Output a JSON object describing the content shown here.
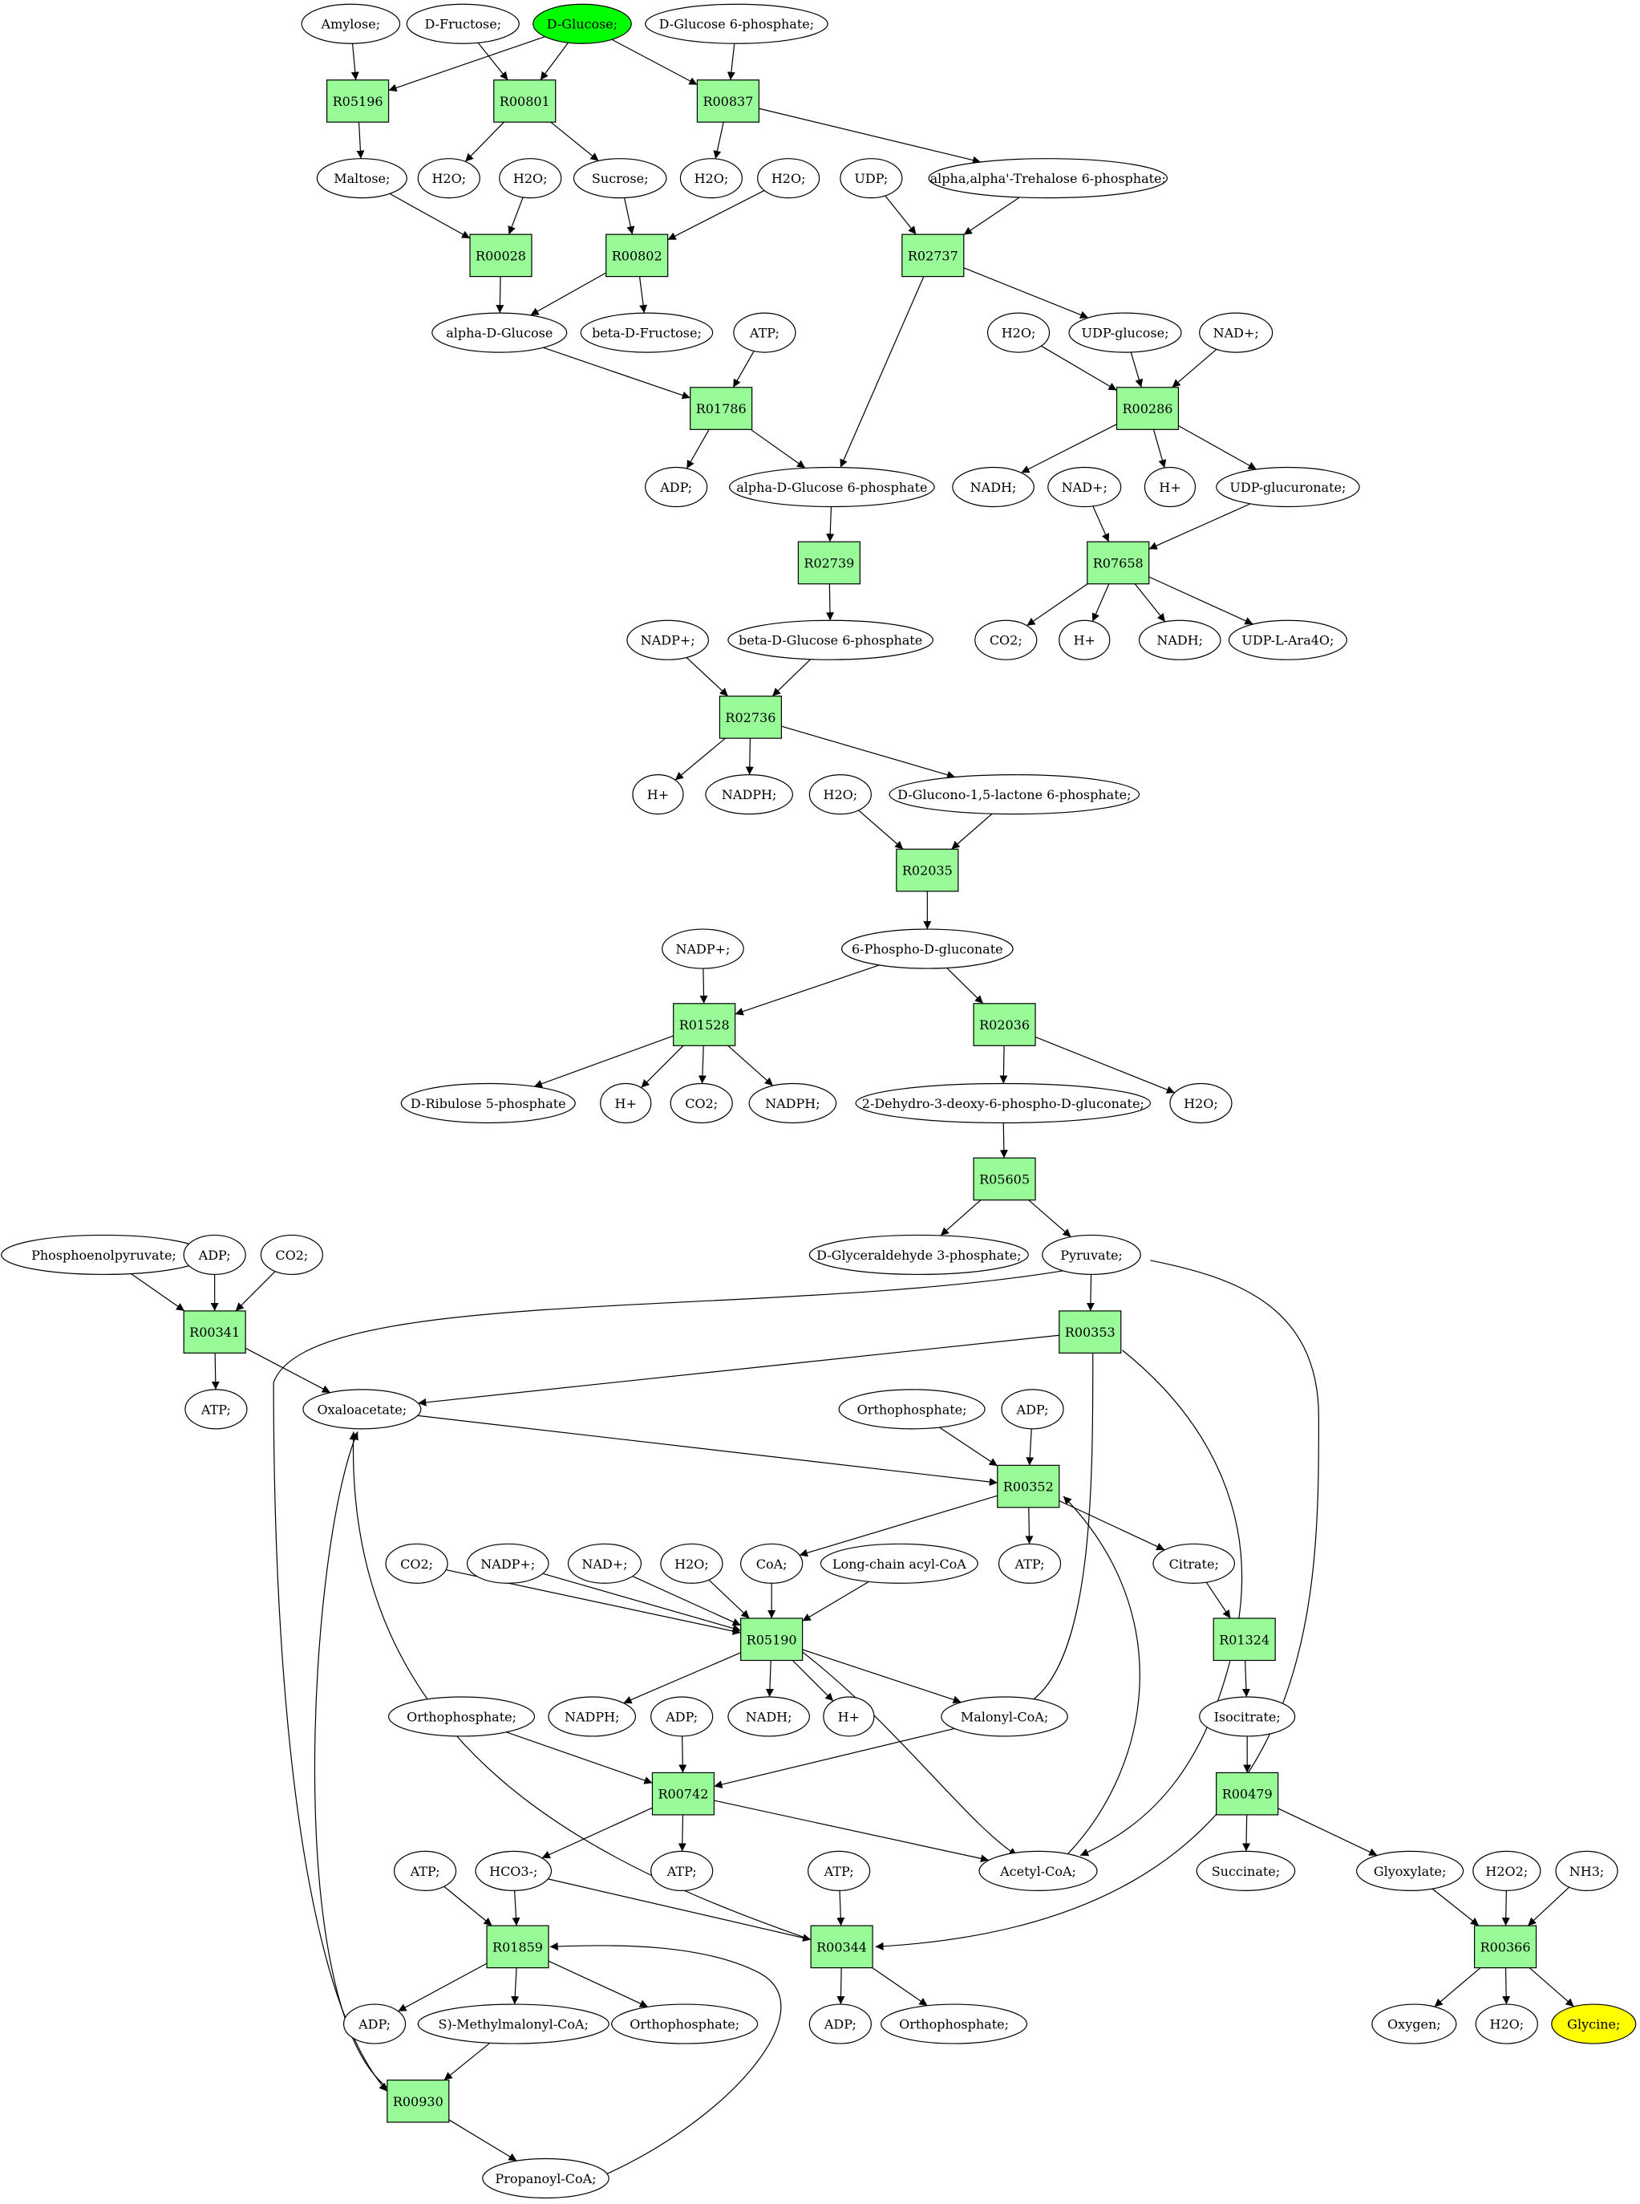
{
  "colors": {
    "reaction_fill": "#98fb98",
    "start_fill": "#00ff00",
    "target_fill": "#ffff00",
    "metabolite_fill": "#ffffff"
  },
  "metabolites": [
    {
      "id": "m_amylose",
      "label": "Amylose;",
      "kind": "normal"
    },
    {
      "id": "m_dfructose",
      "label": "D-Fructose;",
      "kind": "normal"
    },
    {
      "id": "m_dglucose",
      "label": "D-Glucose;",
      "kind": "start"
    },
    {
      "id": "m_dg6p",
      "label": "D-Glucose 6-phosphate;",
      "kind": "normal"
    },
    {
      "id": "m_maltose",
      "label": "Maltose;",
      "kind": "normal"
    },
    {
      "id": "m_h2o_a",
      "label": "H2O;",
      "kind": "normal"
    },
    {
      "id": "m_h2o_b",
      "label": "H2O;",
      "kind": "normal"
    },
    {
      "id": "m_sucrose",
      "label": "Sucrose;",
      "kind": "normal"
    },
    {
      "id": "m_h2o_c",
      "label": "H2O;",
      "kind": "normal"
    },
    {
      "id": "m_h2o_d",
      "label": "H2O;",
      "kind": "normal"
    },
    {
      "id": "m_udp",
      "label": "UDP;",
      "kind": "normal"
    },
    {
      "id": "m_trehalose6p",
      "label": "alpha,alpha'-Trehalose 6-phosphate;",
      "kind": "normal"
    },
    {
      "id": "m_adglucose",
      "label": "alpha-D-Glucose",
      "kind": "normal"
    },
    {
      "id": "m_bdfructose",
      "label": "beta-D-Fructose;",
      "kind": "normal"
    },
    {
      "id": "m_atp_a",
      "label": "ATP;",
      "kind": "normal"
    },
    {
      "id": "m_h2o_e",
      "label": "H2O;",
      "kind": "normal"
    },
    {
      "id": "m_udpglucose",
      "label": "UDP-glucose;",
      "kind": "normal"
    },
    {
      "id": "m_nad_a",
      "label": "NAD+;",
      "kind": "normal"
    },
    {
      "id": "m_adp_a",
      "label": "ADP;",
      "kind": "normal"
    },
    {
      "id": "m_adg6p",
      "label": "alpha-D-Glucose 6-phosphate",
      "kind": "normal"
    },
    {
      "id": "m_nadh_a",
      "label": "NADH;",
      "kind": "normal"
    },
    {
      "id": "m_nad_b",
      "label": "NAD+;",
      "kind": "normal"
    },
    {
      "id": "m_hplus_a",
      "label": "H+",
      "kind": "normal"
    },
    {
      "id": "m_udpglucuronate",
      "label": "UDP-glucuronate;",
      "kind": "normal"
    },
    {
      "id": "m_bdg6p",
      "label": "beta-D-Glucose 6-phosphate",
      "kind": "normal"
    },
    {
      "id": "m_co2_a",
      "label": "CO2;",
      "kind": "normal"
    },
    {
      "id": "m_hplus_b",
      "label": "H+",
      "kind": "normal"
    },
    {
      "id": "m_nadh_b",
      "label": "NADH;",
      "kind": "normal"
    },
    {
      "id": "m_udpara",
      "label": "UDP-L-Ara4O;",
      "kind": "normal"
    },
    {
      "id": "m_nadp_a",
      "label": "NADP+;",
      "kind": "normal"
    },
    {
      "id": "m_hplus_c",
      "label": "H+",
      "kind": "normal"
    },
    {
      "id": "m_nadph_a",
      "label": "NADPH;",
      "kind": "normal"
    },
    {
      "id": "m_h2o_f",
      "label": "H2O;",
      "kind": "normal"
    },
    {
      "id": "m_dglucono",
      "label": "D-Glucono-1,5-lactone 6-phosphate;",
      "kind": "normal"
    },
    {
      "id": "m_6pg",
      "label": "6-Phospho-D-gluconate",
      "kind": "normal"
    },
    {
      "id": "m_nadp_b",
      "label": "NADP+;",
      "kind": "normal"
    },
    {
      "id": "m_ribulose5p",
      "label": "D-Ribulose 5-phosphate",
      "kind": "normal"
    },
    {
      "id": "m_hplus_d",
      "label": "H+",
      "kind": "normal"
    },
    {
      "id": "m_co2_b",
      "label": "CO2;",
      "kind": "normal"
    },
    {
      "id": "m_nadph_b",
      "label": "NADPH;",
      "kind": "normal"
    },
    {
      "id": "m_kdpg",
      "label": "2-Dehydro-3-deoxy-6-phospho-D-gluconate;",
      "kind": "normal"
    },
    {
      "id": "m_h2o_g",
      "label": "H2O;",
      "kind": "normal"
    },
    {
      "id": "m_gap",
      "label": "D-Glyceraldehyde 3-phosphate;",
      "kind": "normal"
    },
    {
      "id": "m_pyruvate",
      "label": "Pyruvate;",
      "kind": "normal"
    },
    {
      "id": "m_pep",
      "label": "Phosphoenolpyruvate;",
      "kind": "normal"
    },
    {
      "id": "m_adp_b",
      "label": "ADP;",
      "kind": "normal"
    },
    {
      "id": "m_co2_c",
      "label": "CO2;",
      "kind": "normal"
    },
    {
      "id": "m_atp_b",
      "label": "ATP;",
      "kind": "normal"
    },
    {
      "id": "m_oxaloacetate",
      "label": "Oxaloacetate;",
      "kind": "normal"
    },
    {
      "id": "m_orthophosphate_a",
      "label": "Orthophosphate;",
      "kind": "normal"
    },
    {
      "id": "m_adp_c",
      "label": "ADP;",
      "kind": "normal"
    },
    {
      "id": "m_co2_d",
      "label": "CO2;",
      "kind": "normal"
    },
    {
      "id": "m_nadp_c",
      "label": "NADP+;",
      "kind": "normal"
    },
    {
      "id": "m_nad_c",
      "label": "NAD+;",
      "kind": "normal"
    },
    {
      "id": "m_h2o_h",
      "label": "H2O;",
      "kind": "normal"
    },
    {
      "id": "m_coa",
      "label": "CoA;",
      "kind": "normal"
    },
    {
      "id": "m_lcacylcoa",
      "label": "Long-chain acyl-CoA",
      "kind": "normal"
    },
    {
      "id": "m_atp_c",
      "label": "ATP;",
      "kind": "normal"
    },
    {
      "id": "m_citrate",
      "label": "Citrate;",
      "kind": "normal"
    },
    {
      "id": "m_orthophosphate_b",
      "label": "Orthophosphate;",
      "kind": "normal"
    },
    {
      "id": "m_nadph_c",
      "label": "NADPH;",
      "kind": "normal"
    },
    {
      "id": "m_adp_d",
      "label": "ADP;",
      "kind": "normal"
    },
    {
      "id": "m_nadh_c",
      "label": "NADH;",
      "kind": "normal"
    },
    {
      "id": "m_hplus_e",
      "label": "H+",
      "kind": "normal"
    },
    {
      "id": "m_malonylcoa",
      "label": "Malonyl-CoA;",
      "kind": "normal"
    },
    {
      "id": "m_isocitrate",
      "label": "Isocitrate;",
      "kind": "normal"
    },
    {
      "id": "m_atp_d",
      "label": "ATP;",
      "kind": "normal"
    },
    {
      "id": "m_hco3",
      "label": "HCO3-;",
      "kind": "normal"
    },
    {
      "id": "m_atp_e",
      "label": "ATP;",
      "kind": "normal"
    },
    {
      "id": "m_atp_f",
      "label": "ATP;",
      "kind": "normal"
    },
    {
      "id": "m_acetylcoa",
      "label": "Acetyl-CoA;",
      "kind": "normal"
    },
    {
      "id": "m_succinate",
      "label": "Succinate;",
      "kind": "normal"
    },
    {
      "id": "m_glyoxylate",
      "label": "Glyoxylate;",
      "kind": "normal"
    },
    {
      "id": "m_h2o2",
      "label": "H2O2;",
      "kind": "normal"
    },
    {
      "id": "m_nh3",
      "label": "NH3;",
      "kind": "normal"
    },
    {
      "id": "m_adp_e",
      "label": "ADP;",
      "kind": "normal"
    },
    {
      "id": "m_methylmalonyl",
      "label": "S)-Methylmalonyl-CoA;",
      "kind": "normal"
    },
    {
      "id": "m_orthophosphate_c",
      "label": "Orthophosphate;",
      "kind": "normal"
    },
    {
      "id": "m_adp_f",
      "label": "ADP;",
      "kind": "normal"
    },
    {
      "id": "m_orthophosphate_d",
      "label": "Orthophosphate;",
      "kind": "normal"
    },
    {
      "id": "m_oxygen",
      "label": "Oxygen;",
      "kind": "normal"
    },
    {
      "id": "m_h2o_i",
      "label": "H2O;",
      "kind": "normal"
    },
    {
      "id": "m_glycine",
      "label": "Glycine;",
      "kind": "target"
    },
    {
      "id": "m_propanoylcoa",
      "label": "Propanoyl-CoA;",
      "kind": "normal"
    }
  ],
  "reactions": [
    {
      "id": "r_R05196",
      "label": "R05196"
    },
    {
      "id": "r_R00801",
      "label": "R00801"
    },
    {
      "id": "r_R00837",
      "label": "R00837"
    },
    {
      "id": "r_R00028",
      "label": "R00028"
    },
    {
      "id": "r_R00802",
      "label": "R00802"
    },
    {
      "id": "r_R02737",
      "label": "R02737"
    },
    {
      "id": "r_R01786",
      "label": "R01786"
    },
    {
      "id": "r_R00286",
      "label": "R00286"
    },
    {
      "id": "r_R02739",
      "label": "R02739"
    },
    {
      "id": "r_R07658",
      "label": "R07658"
    },
    {
      "id": "r_R02736",
      "label": "R02736"
    },
    {
      "id": "r_R02035",
      "label": "R02035"
    },
    {
      "id": "r_R01528",
      "label": "R01528"
    },
    {
      "id": "r_R02036",
      "label": "R02036"
    },
    {
      "id": "r_R05605",
      "label": "R05605"
    },
    {
      "id": "r_R00341",
      "label": "R00341"
    },
    {
      "id": "r_R00353",
      "label": "R00353"
    },
    {
      "id": "r_R00352",
      "label": "R00352"
    },
    {
      "id": "r_R05190",
      "label": "R05190"
    },
    {
      "id": "r_R01324",
      "label": "R01324"
    },
    {
      "id": "r_R00742",
      "label": "R00742"
    },
    {
      "id": "r_R00479",
      "label": "R00479"
    },
    {
      "id": "r_R01859",
      "label": "R01859"
    },
    {
      "id": "r_R00344",
      "label": "R00344"
    },
    {
      "id": "r_R00366",
      "label": "R00366"
    },
    {
      "id": "r_R00930",
      "label": "R00930"
    }
  ],
  "edges": [
    [
      "m_amylose",
      "r_R05196"
    ],
    [
      "m_dglucose",
      "r_R05196"
    ],
    [
      "r_R05196",
      "m_maltose"
    ],
    [
      "m_dfructose",
      "r_R00801"
    ],
    [
      "m_dglucose",
      "r_R00801"
    ],
    [
      "r_R00801",
      "m_h2o_a"
    ],
    [
      "r_R00801",
      "m_sucrose"
    ],
    [
      "m_dglucose",
      "r_R00837"
    ],
    [
      "m_dg6p",
      "r_R00837"
    ],
    [
      "r_R00837",
      "m_h2o_c"
    ],
    [
      "r_R00837",
      "m_trehalose6p"
    ],
    [
      "m_maltose",
      "r_R00028"
    ],
    [
      "m_h2o_b",
      "r_R00028"
    ],
    [
      "r_R00028",
      "m_adglucose"
    ],
    [
      "m_sucrose",
      "r_R00802"
    ],
    [
      "m_h2o_d",
      "r_R00802"
    ],
    [
      "r_R00802",
      "m_adglucose"
    ],
    [
      "r_R00802",
      "m_bdfructose"
    ],
    [
      "m_udp",
      "r_R02737"
    ],
    [
      "m_trehalose6p",
      "r_R02737"
    ],
    [
      "r_R02737",
      "m_udpglucose"
    ],
    [
      "r_R02737",
      "m_adg6p"
    ],
    [
      "m_adglucose",
      "r_R01786"
    ],
    [
      "m_atp_a",
      "r_R01786"
    ],
    [
      "r_R01786",
      "m_adp_a"
    ],
    [
      "r_R01786",
      "m_adg6p"
    ],
    [
      "m_h2o_e",
      "r_R00286"
    ],
    [
      "m_udpglucose",
      "r_R00286"
    ],
    [
      "m_nad_a",
      "r_R00286"
    ],
    [
      "r_R00286",
      "m_nadh_a"
    ],
    [
      "r_R00286",
      "m_hplus_a"
    ],
    [
      "r_R00286",
      "m_udpglucuronate"
    ],
    [
      "m_adg6p",
      "r_R02739"
    ],
    [
      "r_R02739",
      "m_bdg6p"
    ],
    [
      "m_nad_b",
      "r_R07658"
    ],
    [
      "m_udpglucuronate",
      "r_R07658"
    ],
    [
      "r_R07658",
      "m_co2_a"
    ],
    [
      "r_R07658",
      "m_hplus_b"
    ],
    [
      "r_R07658",
      "m_nadh_b"
    ],
    [
      "r_R07658",
      "m_udpara"
    ],
    [
      "m_nadp_a",
      "r_R02736"
    ],
    [
      "m_bdg6p",
      "r_R02736"
    ],
    [
      "r_R02736",
      "m_hplus_c"
    ],
    [
      "r_R02736",
      "m_nadph_a"
    ],
    [
      "r_R02736",
      "m_dglucono"
    ],
    [
      "m_h2o_f",
      "r_R02035"
    ],
    [
      "m_dglucono",
      "r_R02035"
    ],
    [
      "r_R02035",
      "m_6pg"
    ],
    [
      "m_nadp_b",
      "r_R01528"
    ],
    [
      "m_6pg",
      "r_R01528"
    ],
    [
      "r_R01528",
      "m_ribulose5p"
    ],
    [
      "r_R01528",
      "m_hplus_d"
    ],
    [
      "r_R01528",
      "m_co2_b"
    ],
    [
      "r_R01528",
      "m_nadph_b"
    ],
    [
      "m_6pg",
      "r_R02036"
    ],
    [
      "r_R02036",
      "m_kdpg"
    ],
    [
      "r_R02036",
      "m_h2o_g"
    ],
    [
      "m_kdpg",
      "r_R05605"
    ],
    [
      "r_R05605",
      "m_gap"
    ],
    [
      "r_R05605",
      "m_pyruvate"
    ],
    [
      "m_pep",
      "r_R00341"
    ],
    [
      "m_adp_b",
      "r_R00341"
    ],
    [
      "m_co2_c",
      "r_R00341"
    ],
    [
      "r_R00341",
      "m_atp_b"
    ],
    [
      "r_R00341",
      "m_oxaloacetate"
    ],
    [
      "m_pyruvate",
      "r_R00353"
    ],
    [
      "m_malonylcoa",
      "r_R00353"
    ],
    [
      "r_R00353",
      "m_oxaloacetate"
    ],
    [
      "r_R00353",
      "m_acetylcoa"
    ],
    [
      "m_oxaloacetate",
      "r_R00352"
    ],
    [
      "m_orthophosphate_a",
      "r_R00352"
    ],
    [
      "m_adp_c",
      "r_R00352"
    ],
    [
      "m_acetylcoa",
      "r_R00352"
    ],
    [
      "r_R00352",
      "m_coa"
    ],
    [
      "r_R00352",
      "m_atp_c"
    ],
    [
      "r_R00352",
      "m_citrate"
    ],
    [
      "m_co2_d",
      "r_R05190"
    ],
    [
      "m_nadp_c",
      "r_R05190"
    ],
    [
      "m_nad_c",
      "r_R05190"
    ],
    [
      "m_h2o_h",
      "r_R05190"
    ],
    [
      "m_coa",
      "r_R05190"
    ],
    [
      "m_lcacylcoa",
      "r_R05190"
    ],
    [
      "r_R05190",
      "m_nadph_c"
    ],
    [
      "r_R05190",
      "m_nadh_c"
    ],
    [
      "r_R05190",
      "m_hplus_e"
    ],
    [
      "r_R05190",
      "m_malonylcoa"
    ],
    [
      "r_R05190",
      "m_acetylcoa"
    ],
    [
      "m_citrate",
      "r_R01324"
    ],
    [
      "r_R01324",
      "m_isocitrate"
    ],
    [
      "m_orthophosphate_b",
      "r_R00742"
    ],
    [
      "m_adp_d",
      "r_R00742"
    ],
    [
      "m_malonylcoa",
      "r_R00742"
    ],
    [
      "r_R00742",
      "m_hco3"
    ],
    [
      "r_R00742",
      "m_atp_d"
    ],
    [
      "r_R00742",
      "m_acetylcoa"
    ],
    [
      "m_isocitrate",
      "r_R00479"
    ],
    [
      "r_R00479",
      "m_succinate"
    ],
    [
      "r_R00479",
      "m_glyoxylate"
    ],
    [
      "m_atp_e",
      "r_R01859"
    ],
    [
      "m_hco3",
      "r_R01859"
    ],
    [
      "m_propanoylcoa",
      "r_R01859"
    ],
    [
      "r_R01859",
      "m_adp_e"
    ],
    [
      "r_R01859",
      "m_methylmalonyl"
    ],
    [
      "r_R01859",
      "m_orthophosphate_c"
    ],
    [
      "m_hco3",
      "r_R00344"
    ],
    [
      "m_atp_f",
      "r_R00344"
    ],
    [
      "m_pyruvate",
      "r_R00344"
    ],
    [
      "r_R00344",
      "m_oxaloacetate"
    ],
    [
      "r_R00344",
      "m_adp_f"
    ],
    [
      "r_R00344",
      "m_orthophosphate_d"
    ],
    [
      "m_glyoxylate",
      "r_R00366"
    ],
    [
      "m_h2o2",
      "r_R00366"
    ],
    [
      "m_nh3",
      "r_R00366"
    ],
    [
      "r_R00366",
      "m_oxygen"
    ],
    [
      "r_R00366",
      "m_h2o_i"
    ],
    [
      "r_R00366",
      "m_glycine"
    ],
    [
      "m_methylmalonyl",
      "r_R00930"
    ],
    [
      "m_pyruvate",
      "r_R00930"
    ],
    [
      "r_R00930",
      "m_oxaloacetate"
    ],
    [
      "r_R00930",
      "m_propanoylcoa"
    ]
  ]
}
